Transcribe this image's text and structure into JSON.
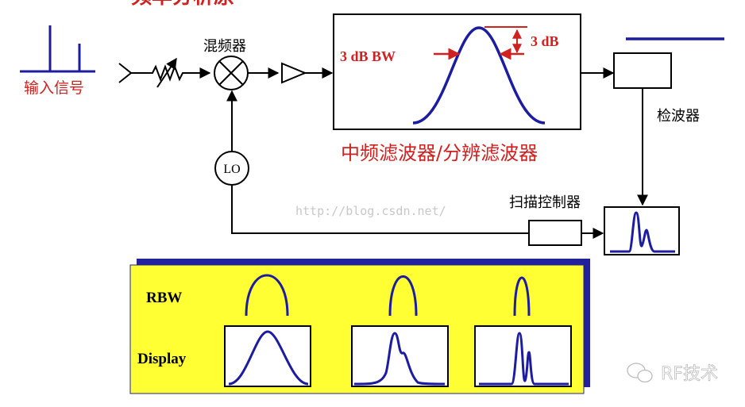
{
  "header": {
    "partial_title": "频率分析原"
  },
  "input": {
    "label": "输入信号"
  },
  "mixer": {
    "label": "混频器"
  },
  "lo": {
    "label": "LO"
  },
  "if_filter": {
    "bw_label": "3 dB BW",
    "db_label": "3 dB",
    "caption": "中频滤波器/分辨滤波器"
  },
  "detector": {
    "label": "检波器"
  },
  "sweep": {
    "label": "扫描控制器"
  },
  "watermark": "http://blog.csdn.net/",
  "panel": {
    "rbw_label": "RBW",
    "display_label": "Display"
  },
  "brand": {
    "name": "RF技术"
  },
  "colors": {
    "accent_red": "#d02020",
    "curve_blue": "#1c1ca0",
    "panel_yellow": "#ffff33",
    "panel_shadow": "#22229a"
  }
}
